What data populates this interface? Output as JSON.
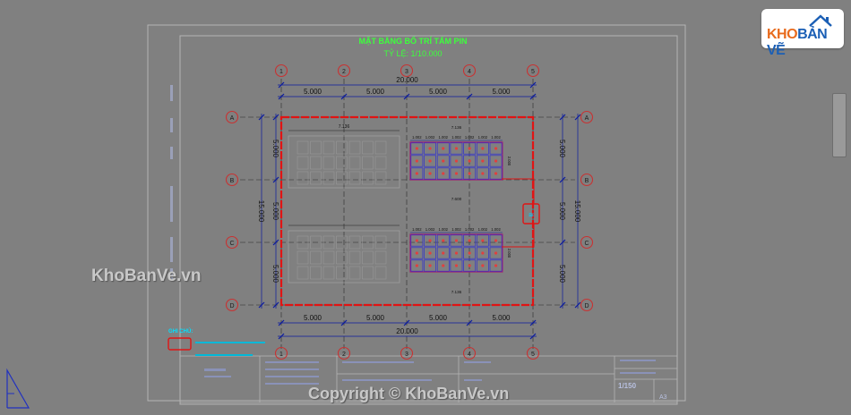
{
  "drawing": {
    "title": "MẶT BẰNG BỐ TRÍ TẤM PIN",
    "scale": "TỶ LỆ: 1/10.000",
    "axis_cols": [
      "1",
      "2",
      "3",
      "4",
      "5"
    ],
    "axis_rows": [
      "A",
      "B",
      "C",
      "D"
    ],
    "dim_col_segments": [
      "5.000",
      "5.000",
      "5.000",
      "5.000"
    ],
    "dim_total_h": "20.000",
    "dim_row_segments": [
      "5.000",
      "5.000",
      "5.000"
    ],
    "dim_total_v": "15.000",
    "panel_block_width": "7.136",
    "panel_cells": [
      "1.002",
      "1.002",
      "1.002",
      "1.002",
      "1.002",
      "1.002",
      "1.002"
    ],
    "panel_block_height": "2.000",
    "panel_total": "7.600",
    "legend_title": "GHI CHÚ:",
    "sheet_scale": "1/150",
    "sheet_size": "A3"
  },
  "colors": {
    "background": "#808080",
    "frame": "#b4b4b4",
    "axis_circle": "#c83232",
    "boundary": "#e01414",
    "dim": "#0a1aa0",
    "panel_outline": "#a02070",
    "panel_grid": "#3030d0",
    "title": "#3cff3c",
    "legend": "#00e0ff"
  },
  "branding": {
    "logo_left": "KHO",
    "logo_right": "BẢN VẼ",
    "watermark_site": "KhoBanVe.vn",
    "watermark_copy": "Copyright © KhoBanVe.vn"
  },
  "icons": {
    "logo": "house-roof-icon",
    "ucs": "ucs-triangle-icon"
  }
}
